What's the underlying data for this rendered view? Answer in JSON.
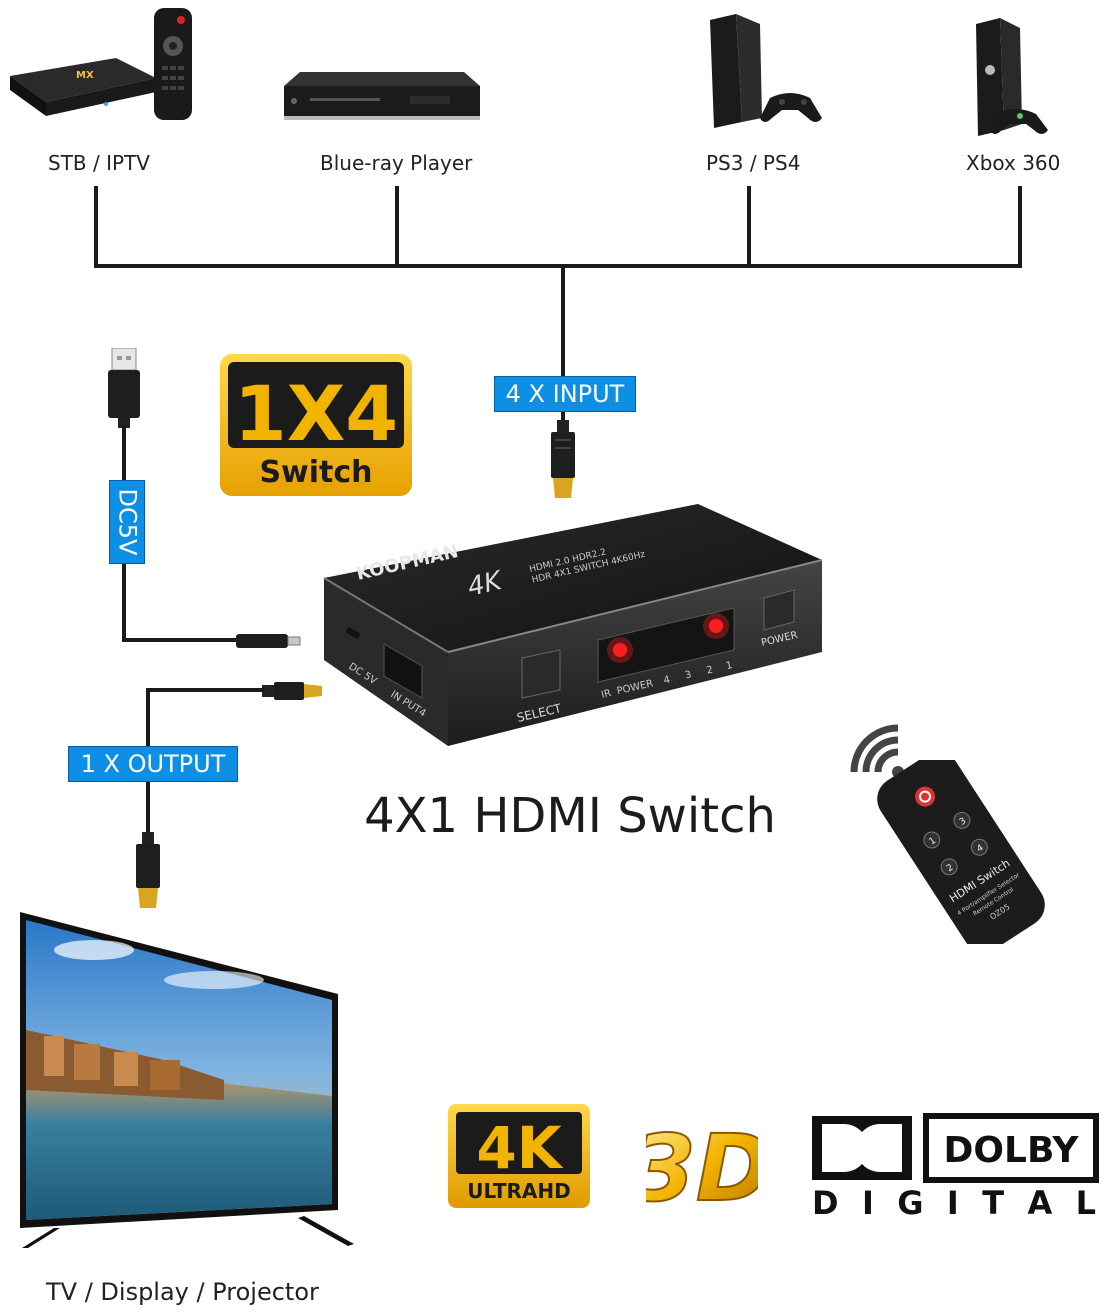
{
  "inputs": [
    {
      "label": "STB / IPTV"
    },
    {
      "label": "Blue-ray Player"
    },
    {
      "label": "PS3 / PS4"
    },
    {
      "label": "Xbox 360"
    }
  ],
  "tags": {
    "input": "4 X INPUT",
    "power": "DC5V",
    "output": "1 X OUTPUT"
  },
  "badge_1x4": {
    "top": "1X4",
    "bottom": "Switch"
  },
  "device": {
    "brand": "KOOPMAN",
    "model": "4K",
    "spec_line1": "HDMI 2.0 HDR2.2",
    "spec_line2": "HDR 4X1 SWITCH 4K60Hz",
    "select_label": "SELECT",
    "power_label": "POWER",
    "ir_label": "IR",
    "power_led_label": "POWER",
    "ports": [
      "4",
      "3",
      "2",
      "1"
    ],
    "dc_label": "DC 5V",
    "input4_label": "IN PUT4"
  },
  "title": "4X1 HDMI Switch",
  "remote": {
    "line1": "HDMI Switch",
    "line2": "4 Port/amplifier Selector",
    "line3": "Remote Control",
    "line4": "OZ05",
    "buttons": [
      "1",
      "3",
      "2",
      "4"
    ]
  },
  "output_label": "TV / Display / Projector",
  "badges": {
    "uhd_big": "4K",
    "uhd_small": "ULTRAHD",
    "three_d": "3D",
    "dolby_top": "DOLBY",
    "dolby_bottom": "D I G I T A L"
  },
  "colors": {
    "tag_blue": "#0d8fe6",
    "gold": "#f3b400",
    "led_red": "#ff2020"
  }
}
